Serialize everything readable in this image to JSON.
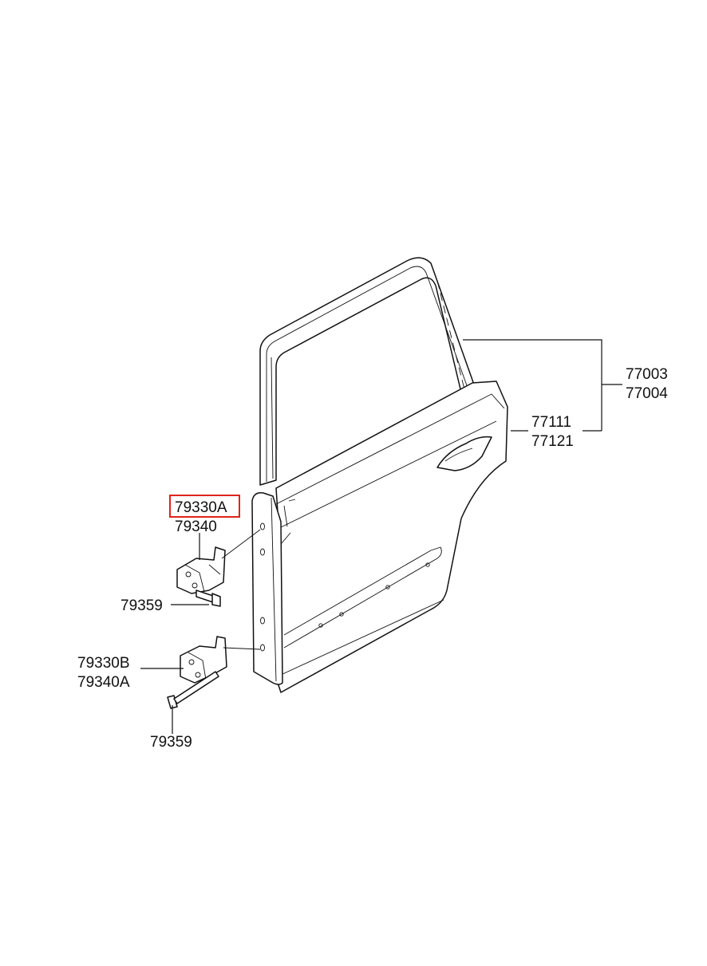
{
  "labels": {
    "door_frame_a": "77003",
    "door_frame_b": "77004",
    "door_panel_a": "77111",
    "door_panel_b": "77121",
    "upper_hinge": "79330A",
    "upper_hinge_alt": "79340",
    "upper_bolt": "79359",
    "lower_hinge": "79330B",
    "lower_hinge_alt": "79340A",
    "lower_bolt": "79359"
  },
  "highlight": {
    "part": "79330A",
    "color": "#e0241b"
  }
}
